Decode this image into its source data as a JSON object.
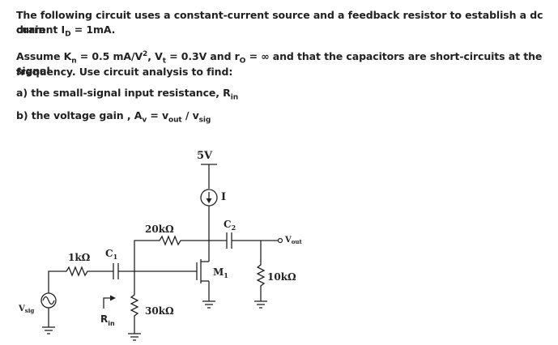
{
  "problem": {
    "line1": "The following circuit uses a constant-current source and a feedback resistor to establish a dc drain",
    "line2_pre": "current I",
    "line2_sub": "D",
    "line2_post": " = 1mA.",
    "assume_a": "Assume K",
    "assume_a_sub": "n",
    "assume_b": " = 0.5 mA/V",
    "assume_b_sup": "2",
    "assume_c": ", V",
    "assume_c_sub": "t",
    "assume_d": " = 0.3V and r",
    "assume_d_sub": "O",
    "assume_e": " = ∞ and that the capacitors are short-circuits at the signal",
    "line4": "frequency. Use circuit analysis to find:",
    "part_a_pre": "a) the small-signal input resistance, R",
    "part_a_sub": "in",
    "part_b_pre": "b) the voltage gain , A",
    "part_b_sub1": "v",
    "part_b_mid": " = v",
    "part_b_sub2": "out",
    "part_b_slash": " / v",
    "part_b_sub3": "sig"
  },
  "circuit": {
    "supply": "5V",
    "current_source": "I",
    "rf": "20kΩ",
    "c2": "C",
    "c2_sub": "2",
    "c1": "C",
    "c1_sub": "1",
    "rsig": "1kΩ",
    "transistor": "M",
    "transistor_sub": "1",
    "rl": "10kΩ",
    "rg": "30kΩ",
    "vout": "V",
    "vout_sub": "out",
    "vsig": "V",
    "vsig_sub": "sig",
    "rin": "R",
    "rin_sub": "in"
  }
}
